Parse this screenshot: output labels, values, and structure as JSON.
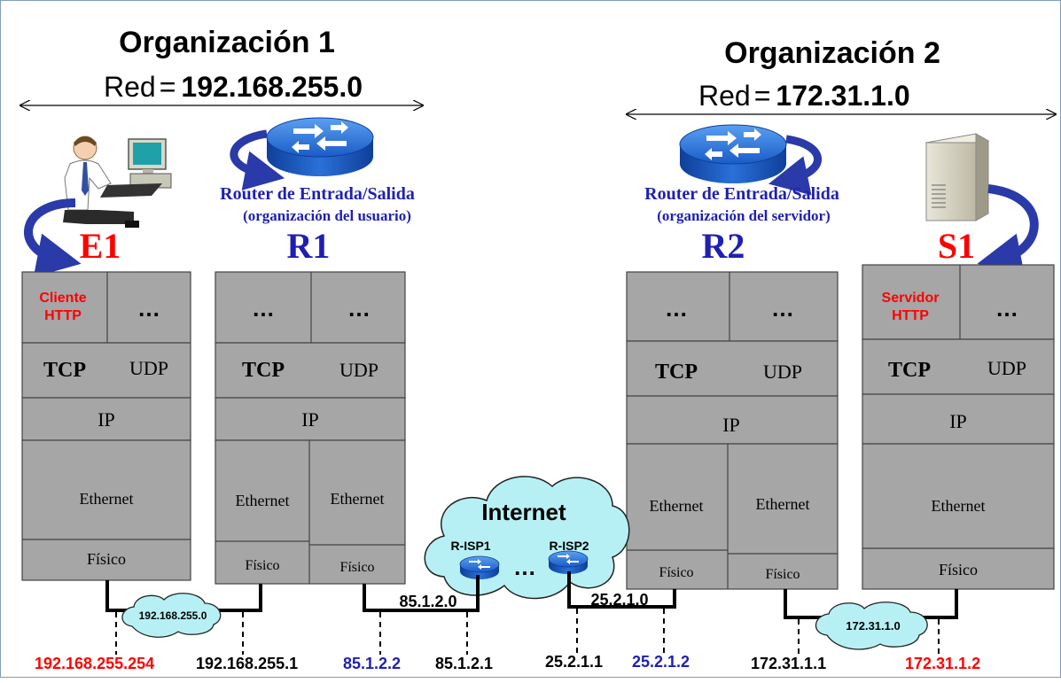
{
  "org1": {
    "title": "Organización 1",
    "net_prefix": "Red",
    "net_eq": "=",
    "net_addr": "192.168.255.0",
    "router_caption": "Router de Entrada/Salida",
    "router_sub": "(organización del usuario)",
    "router_id": "R1",
    "host_id": "E1"
  },
  "org2": {
    "title": "Organización 2",
    "net_prefix": "Red",
    "net_eq": "=",
    "net_addr": "172.31.1.0",
    "router_caption": "Router de Entrada/Salida",
    "router_sub": "(organización del  servidor)",
    "router_id": "R2",
    "host_id": "S1"
  },
  "stacks": {
    "e1": {
      "app": "Cliente HTTP",
      "app_line1": "Cliente",
      "app_line2": "HTTP",
      "app2": "…",
      "tcp": "TCP",
      "udp": "UDP",
      "ip": "IP",
      "link": "Ethernet",
      "phy": "Físico"
    },
    "r1": {
      "app1": "…",
      "app2": "…",
      "tcp": "TCP",
      "udp": "UDP",
      "ip": "IP",
      "link1": "Ethernet",
      "link2": "Ethernet",
      "phy1": "Físico",
      "phy2": "Físico"
    },
    "r2": {
      "app1": "…",
      "app2": "…",
      "tcp": "TCP",
      "udp": "UDP",
      "ip": "IP",
      "link1": "Ethernet",
      "link2": "Ethernet",
      "phy1": "Físico",
      "phy2": "Físico"
    },
    "s1": {
      "app_line1": "Servidor",
      "app_line2": "HTTP",
      "app2": "…",
      "tcp": "TCP",
      "udp": "UDP",
      "ip": "IP",
      "link": "Ethernet",
      "phy": "Físico"
    }
  },
  "internet": {
    "label": "Internet",
    "isp1": "R-ISP1",
    "isp2": "R-ISP2",
    "dots": "…"
  },
  "networks": {
    "lan1": "192.168.255.0",
    "wan1": "85.1.2.0",
    "wan2": "25.2.1.0",
    "lan2": "172.31.1.0"
  },
  "addresses": [
    {
      "text": "192.168.255.254",
      "color": "#ff0000"
    },
    {
      "text": "192.168.255.1",
      "color": "#000000"
    },
    {
      "text": "85.1.2.2",
      "color": "#1f1fb4"
    },
    {
      "text": "85.1.2.1",
      "color": "#000000"
    },
    {
      "text": "25.2.1.1",
      "color": "#000000"
    },
    {
      "text": "25.2.1.2",
      "color": "#1f1fb4"
    },
    {
      "text": "172.31.1.1",
      "color": "#000000"
    },
    {
      "text": "172.31.1.2",
      "color": "#ff0000"
    }
  ],
  "colors": {
    "stack_fill": "#a6a6a6",
    "host_label": "#ff0000",
    "router_label": "#1f1fb4",
    "app_red": "#ff0000",
    "cloud": "#b7f0f4",
    "router_blue": "#1d6bd6"
  }
}
